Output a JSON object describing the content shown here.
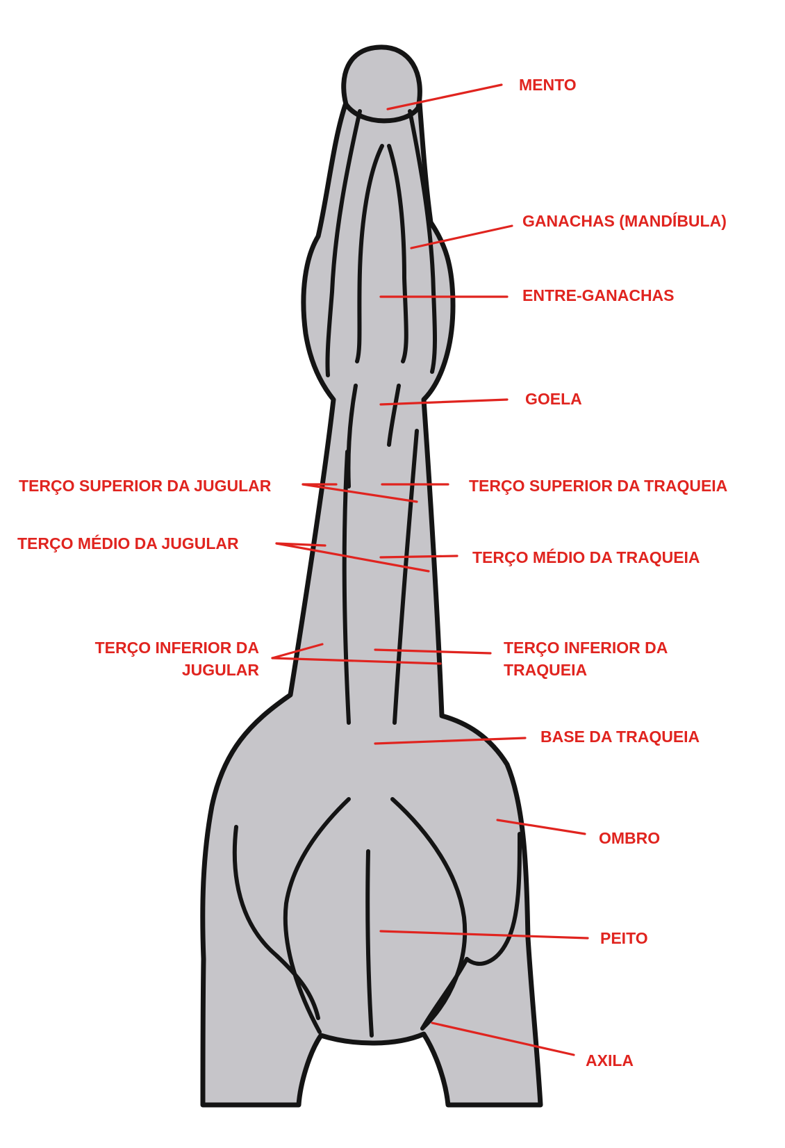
{
  "labels": {
    "mento": "MENTO",
    "ganachas": "GANACHAS (MANDÍBULA)",
    "entre_ganachas": "ENTRE-GANACHAS",
    "goela": "GOELA",
    "terco_superior_jugular": "TERÇO SUPERIOR DA JUGULAR",
    "terco_superior_traqueia": "TERÇO SUPERIOR DA  TRAQUEIA",
    "terco_medio_jugular": "TERÇO MÉDIO DA JUGULAR",
    "terco_medio_traqueia": "TERÇO MÉDIO DA TRAQUEIA",
    "terco_inferior_jugular_l1": "TERÇO INFERIOR DA",
    "terco_inferior_jugular_l2": "JUGULAR",
    "terco_inferior_traqueia_l1": "TERÇO INFERIOR DA",
    "terco_inferior_traqueia_l2": "TRAQUEIA",
    "base_traqueia": "BASE DA TRAQUEIA",
    "ombro": "OMBRO",
    "peito": "PEITO",
    "axila": "AXILA"
  },
  "colors": {
    "label": "#e0241f",
    "body_fill": "#c6c5c9",
    "outline": "#141414",
    "background": "#ffffff"
  }
}
